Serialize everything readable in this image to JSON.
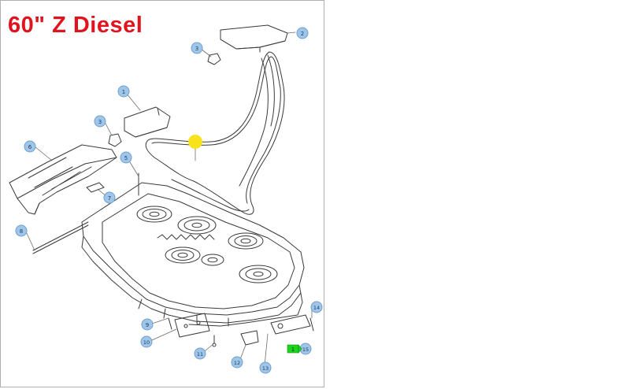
{
  "page": {
    "title": "60\" Z Diesel"
  },
  "colors": {
    "title": "#e0141e",
    "callout_fill": "#9fc5e8",
    "callout_stroke": "#6fa0cc",
    "highlight": "#f7e21b",
    "qty_badge": "#1ed51e",
    "line_art": "#3a3a3a"
  },
  "callouts": [
    "1",
    "2",
    "3",
    "3",
    "5",
    "6",
    "7",
    "8",
    "9",
    "10",
    "11",
    "12",
    "13",
    "14",
    "15"
  ],
  "qty_badge": "1",
  "highlight_marker": "belt-highlight"
}
